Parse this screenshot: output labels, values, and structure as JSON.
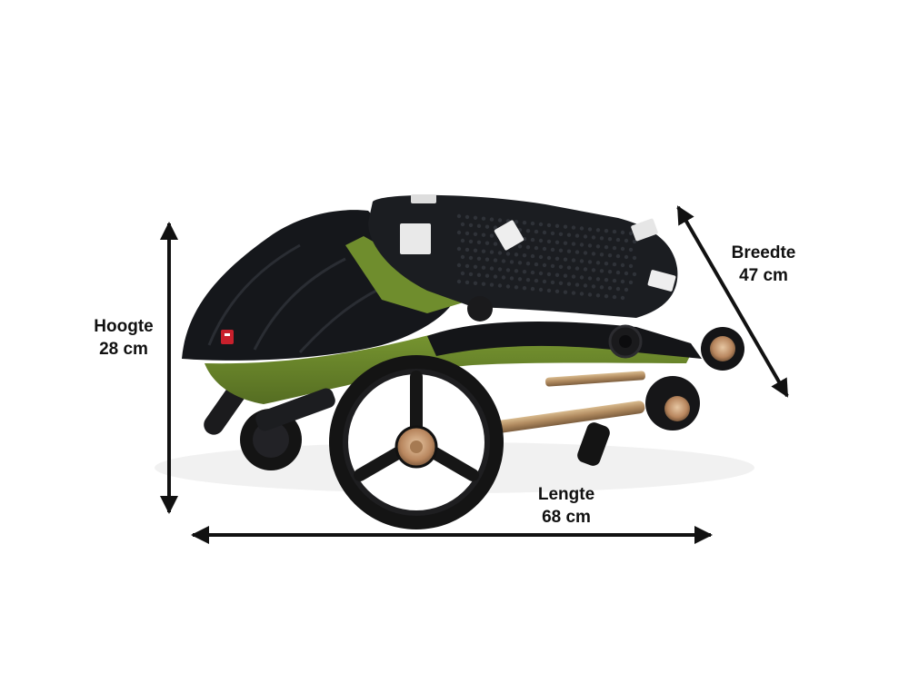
{
  "dimensions": {
    "height": {
      "name": "Hoogte",
      "value": "28 cm"
    },
    "width": {
      "name": "Breedte",
      "value": "47 cm"
    },
    "length": {
      "name": "Lengte",
      "value": "68 cm"
    }
  },
  "colors": {
    "background": "#ffffff",
    "arrow": "#111111",
    "fabric_black": "#15171b",
    "fabric_olive": "#6e8a2c",
    "frame_gold": "#b8926a",
    "tire": "#141414"
  }
}
